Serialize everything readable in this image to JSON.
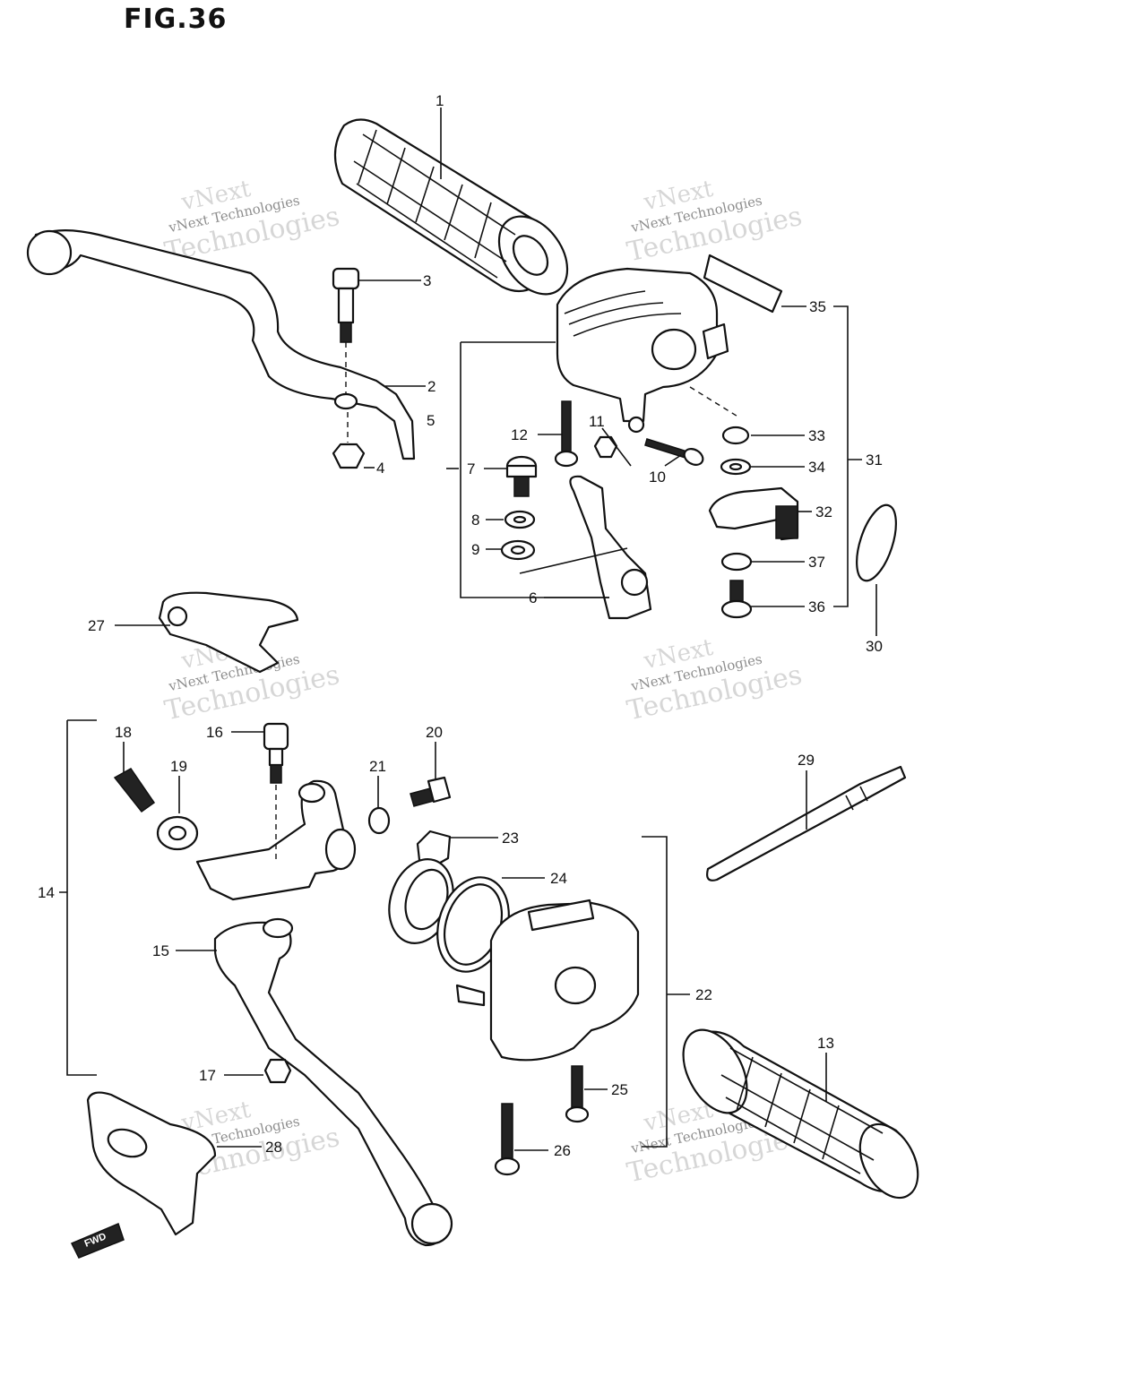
{
  "figure": {
    "title": "FIG.36"
  },
  "watermark": {
    "line1": "vNext",
    "line2": "vNext Technologies",
    "line3": "Technologies"
  },
  "callouts": {
    "p1": "1",
    "p2": "2",
    "p3": "3",
    "p4": "4",
    "p5": "5",
    "p6": "6",
    "p7": "7",
    "p8": "8",
    "p9": "9",
    "p10": "10",
    "p11": "11",
    "p12": "12",
    "p13": "13",
    "p14": "14",
    "p15": "15",
    "p16": "16",
    "p17": "17",
    "p18": "18",
    "p19": "19",
    "p20": "20",
    "p21": "21",
    "p22": "22",
    "p23": "23",
    "p24": "24",
    "p25": "25",
    "p26": "26",
    "p27": "27",
    "p28": "28",
    "p29": "29",
    "p30": "30",
    "p31": "31",
    "p32": "32",
    "p33": "33",
    "p34": "34",
    "p35": "35",
    "p36": "36",
    "p37": "37"
  },
  "direction_marker": "FWD"
}
